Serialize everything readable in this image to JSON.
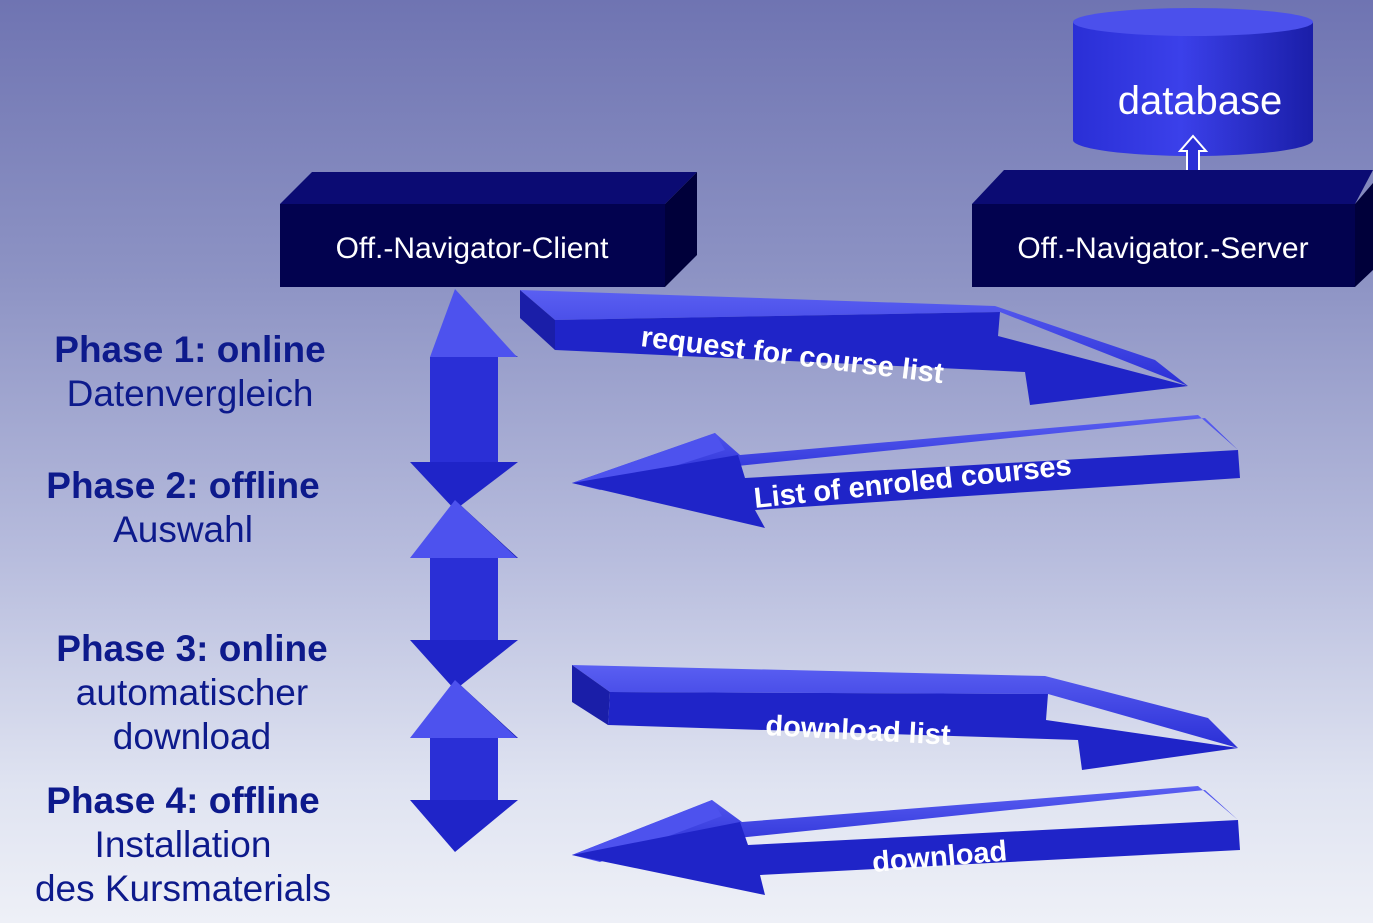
{
  "client": {
    "label": "Off.-Navigator-Client"
  },
  "server": {
    "label": "Off.-Navigator.-Server"
  },
  "database": {
    "label": "database"
  },
  "messages": [
    {
      "label": "request for course list",
      "direction": "to-server"
    },
    {
      "label": "List of enroled courses",
      "direction": "to-client"
    },
    {
      "label": "download list",
      "direction": "to-server"
    },
    {
      "label": "download",
      "direction": "to-client"
    }
  ],
  "phases": [
    {
      "title": "Phase 1: online",
      "desc": [
        "Datenvergleich"
      ]
    },
    {
      "title": "Phase 2: offline",
      "desc": [
        "Auswahl"
      ]
    },
    {
      "title": "Phase 3: online",
      "desc": [
        "automatischer",
        "download"
      ]
    },
    {
      "title": "Phase 4: offline",
      "desc": [
        "Installation",
        "des Kursmaterials"
      ]
    }
  ],
  "colors": {
    "box_front": "#02024f",
    "box_top": "#0b0b73",
    "arrow_face": "#1f24c8",
    "arrow_light": "#4d52ee",
    "phase_text": "#0d1a8c"
  }
}
